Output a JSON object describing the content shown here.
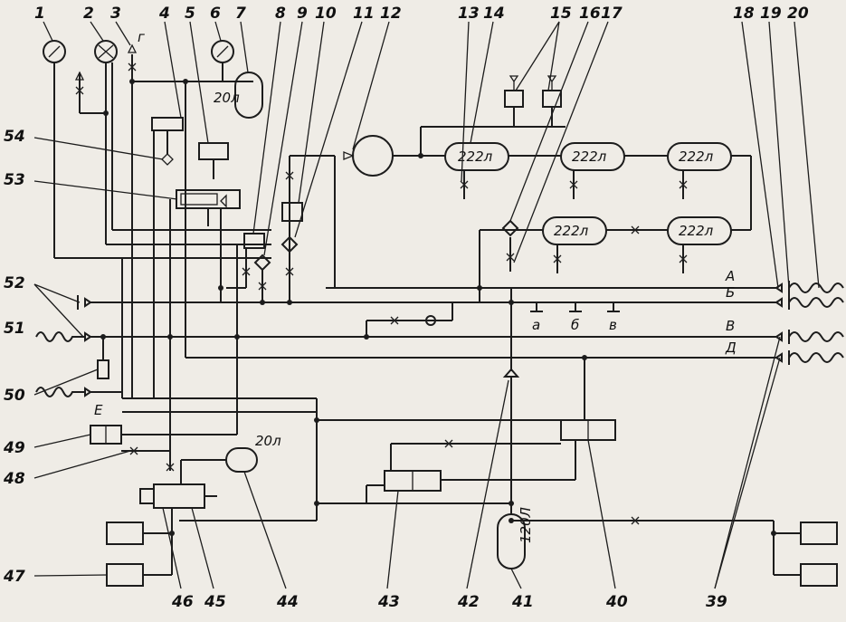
{
  "numbers_top": [
    "1",
    "2",
    "3",
    "4",
    "5",
    "6",
    "7",
    "8",
    "9",
    "10",
    "11",
    "12",
    "13",
    "14",
    "15",
    "16",
    "17",
    "18",
    "19",
    "20"
  ],
  "numbers_left": [
    "54",
    "53",
    "52",
    "51",
    "50",
    "49",
    "48",
    "47"
  ],
  "numbers_bottom": [
    "46",
    "45",
    "44",
    "43",
    "42",
    "41",
    "40",
    "39"
  ],
  "tank_labels": {
    "t7": "20л",
    "t13": "222л",
    "t_r1b": "222л",
    "t_r1c": "222л",
    "t_r2a": "222л",
    "t_r2b": "222л",
    "t44": "20л",
    "t41": "120Л"
  },
  "line_labels": {
    "A": "А",
    "B": "Б",
    "V": "В",
    "D": "Д",
    "E": "Е",
    "g": "г",
    "a": "а",
    "b": "б",
    "v": "в"
  }
}
